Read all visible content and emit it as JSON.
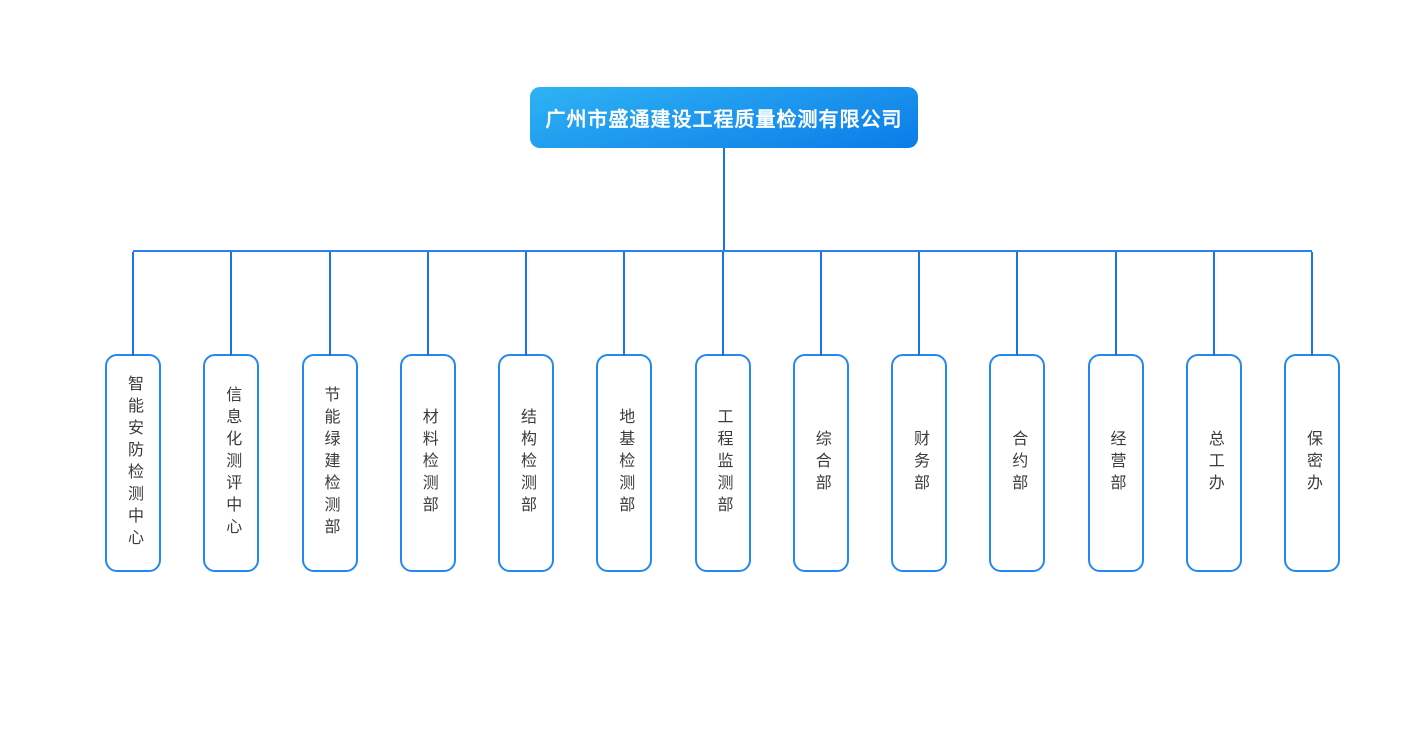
{
  "company": {
    "name": "广州市盛通建设工程质量检测有限公司"
  },
  "departments": [
    {
      "name": "智能安防检测中心"
    },
    {
      "name": "信息化测评中心"
    },
    {
      "name": "节能绿建检测部"
    },
    {
      "name": "材料检测部"
    },
    {
      "name": "结构检测部"
    },
    {
      "name": "地基检测部"
    },
    {
      "name": "工程监测部"
    },
    {
      "name": "综合部"
    },
    {
      "name": "财务部"
    },
    {
      "name": "合约部"
    },
    {
      "name": "经营部"
    },
    {
      "name": "总工办"
    },
    {
      "name": "保密办"
    }
  ],
  "colors": {
    "root_gradient_start": "#2FB3F4",
    "root_gradient_end": "#0B7CE8",
    "root_text": "#FFFFFF",
    "connector": "#1A74E8",
    "connector_rail": "#2E81E9",
    "department_border": "#2488F2",
    "department_text": "#3C3C3C"
  }
}
